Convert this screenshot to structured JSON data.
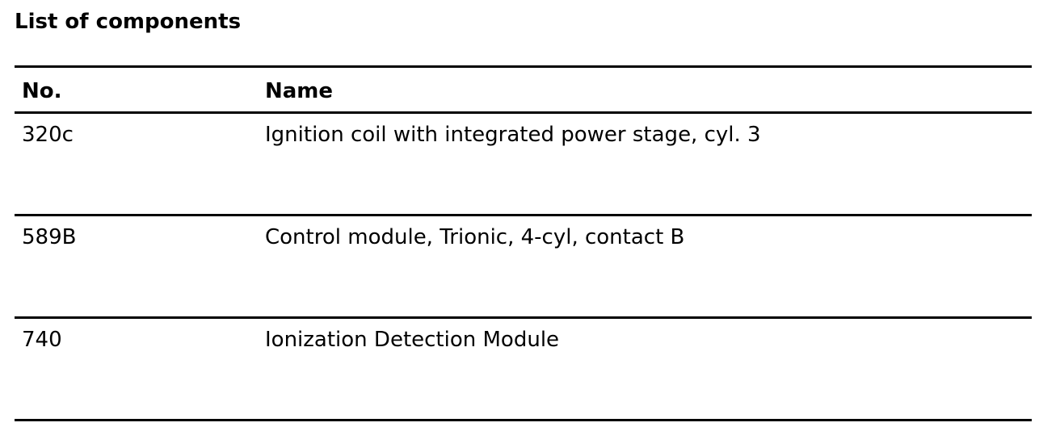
{
  "title": "List of components",
  "table": {
    "headers": {
      "no": "No.",
      "name": "Name"
    },
    "rows": [
      {
        "no": "320c",
        "name": "Ignition coil with integrated power stage, cyl. 3"
      },
      {
        "no": "589B",
        "name": "Control module, Trionic, 4-cyl, contact B"
      },
      {
        "no": "740",
        "name": "Ionization Detection Module"
      }
    ]
  }
}
